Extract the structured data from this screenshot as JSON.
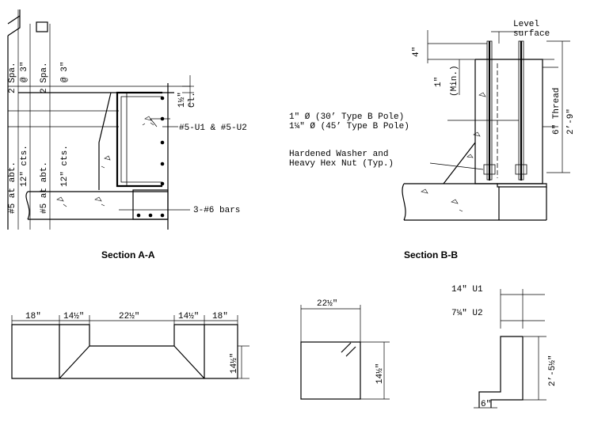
{
  "section_a": {
    "caption": "Section A-A",
    "spacing_1": "2 Spa.",
    "spacing_1b": "@ 3″",
    "spacing_2": "2 Spa.",
    "spacing_2b": "@ 3″",
    "bars_left_1": "#5 at abt.",
    "bars_left_1b": "12″ cts.",
    "bars_left_2": "#5 at abt.",
    "bars_left_2b": "12″ cts.",
    "clearance": "1½″",
    "clearance_label": "Cl.",
    "stirrups": "#5-U1 & #5-U2",
    "bottom_bars": "3-#6 bars"
  },
  "section_b": {
    "caption": "Section B-B",
    "level_1": "Level",
    "level_2": "surface",
    "dim_top": "4″",
    "dim_min": "1″",
    "dim_min_label": "(Min.)",
    "pole_1": "1″ Ø (30’ Type B Pole)",
    "pole_2": "1¼″ Ø (45’ Type B Pole)",
    "washer_1": "Hardened Washer and",
    "washer_2": "Heavy Hex Nut (Typ.)",
    "thread": "6″ Thread",
    "overall": "2’-9″"
  },
  "plan_profile": {
    "d1": "18″",
    "d2": "14½″",
    "d3": "22½″",
    "d4": "14½″",
    "d5": "18″",
    "height": "14½″"
  },
  "square_block": {
    "width": "22½″",
    "height": "14½″"
  },
  "u_bar": {
    "u1": "14″ U1",
    "u2": "7¼″ U2",
    "leg": "2’-5½″",
    "base": "6″"
  }
}
